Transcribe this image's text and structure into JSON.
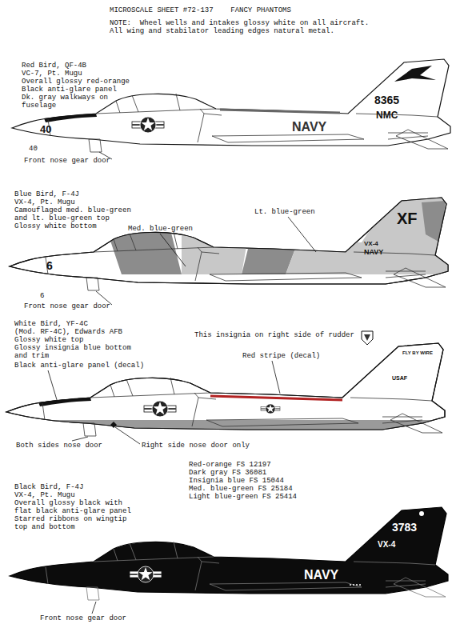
{
  "diagram": {
    "title": "MICROSCALE SHEET #72-137    FANCY PHANTOMS",
    "labels": [
      "NOTE:  Wheel wells and intakes glossy white on all aircraft. All wing and stabilator leading edges natural metal.",
      "Red Bird, QF-4B",
      "VC-7, Pt. Mugu",
      "Overall glossy red-orange",
      "Black anti-glare panel",
      "Dk. gray walkways on fuselage",
      "8365",
      "NMC",
      "NAVY",
      "40",
      "40",
      "Front nose gear door",
      "Blue Bird, F-4J",
      "VX-4, Pt. Mugu",
      "Camouflaged med. blue-green and lt. blue-green top",
      "Glossy white bottom",
      "Med. blue-green",
      "Lt. blue-green",
      "XF",
      "VX-4",
      "NAVY",
      "6",
      "6",
      "Front nose gear door",
      "White Bird, YF-4C",
      "(Mod. RF-4C), Edwards AFB",
      "Glossy white top",
      "Glossy insignia blue bottom and trim",
      "This insignia on right side of rudder",
      "Red stripe (decal)",
      "Black anti-glare panel (decal)",
      "USAF",
      "Both sides nose door",
      "Right side nose door only",
      "Red-orange FS 12197",
      "Dark gray FS 36081",
      "Insignia blue FS 15044",
      "Med. blue-green FS 25184",
      "Light blue-green FS 25414",
      "Black Bird, F-4J",
      "VX-4, Pt. Mugu",
      "Overall glossy black with flat black anti-glare panel",
      "Starred ribbons on wingtip top and bottom",
      "3783",
      "VX-4",
      "NAVY",
      "Front nose gear door",
      "FLY BY WIRE"
    ]
  }
}
